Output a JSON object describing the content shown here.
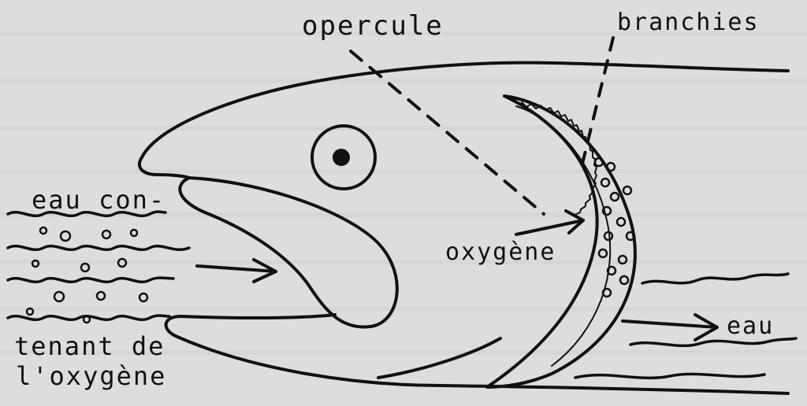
{
  "labels": {
    "operculum": "opercule",
    "gills": "branchies",
    "water_in_line1": "eau con-",
    "water_in_line2": "tenant de",
    "water_in_line3": "l'oxygène",
    "oxygen": "oxygène",
    "water_out": "eau"
  },
  "colors": {
    "ink": "#111111",
    "paper": "#dddddd",
    "faded_text": "#c8c8c8"
  }
}
